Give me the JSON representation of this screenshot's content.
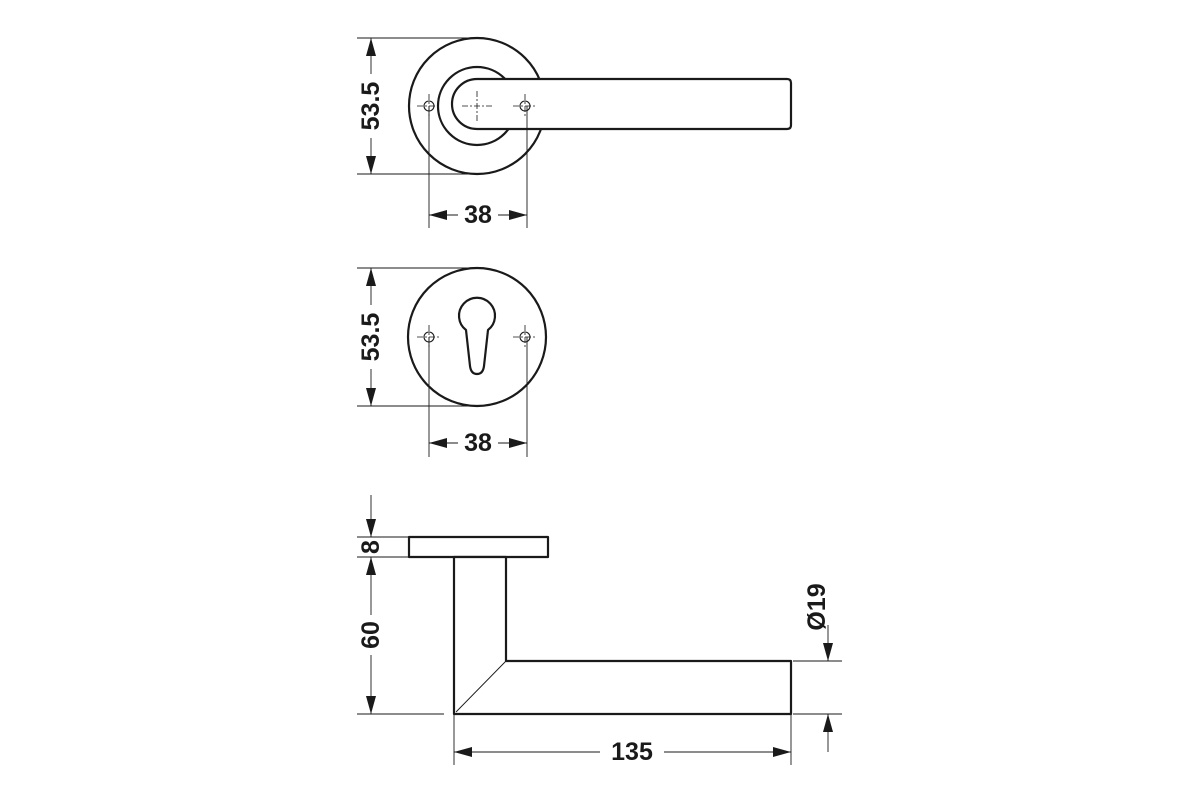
{
  "dimensions": {
    "lever_rose_height": "53.5",
    "lever_rose_hole_spacing": "38",
    "key_rose_height": "53.5",
    "key_rose_hole_spacing": "38",
    "rose_thickness": "8",
    "lever_projection": "60",
    "lever_diameter": "Ø19",
    "lever_length": "135"
  },
  "colors": {
    "line": "#1a1a1a",
    "background": "#ffffff"
  }
}
